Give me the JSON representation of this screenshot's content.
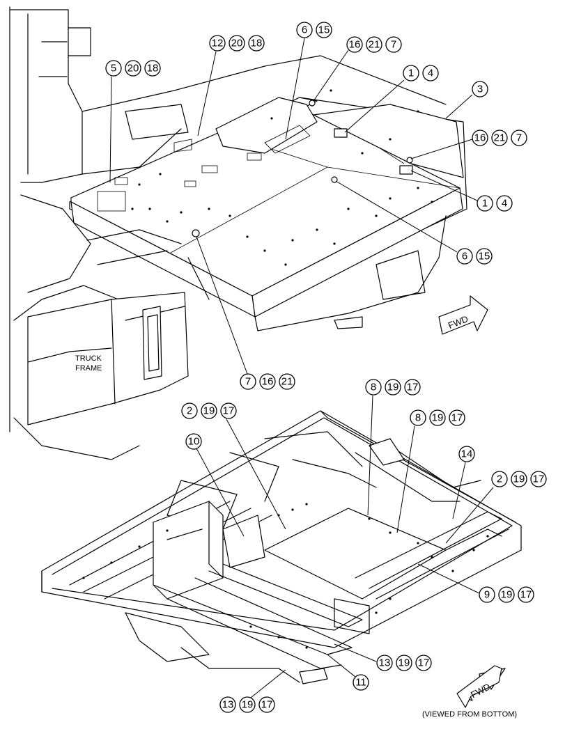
{
  "callouts": {
    "c_5_20_18": [
      "5",
      "20",
      "18"
    ],
    "c_12_20_18": [
      "12",
      "20",
      "18"
    ],
    "c_6_15_top": [
      "6",
      "15"
    ],
    "c_16_21_7_top": [
      "16",
      "21",
      "7"
    ],
    "c_1_4_top": [
      "1",
      "4"
    ],
    "c_3": [
      "3"
    ],
    "c_16_21_7_mid": [
      "16",
      "21",
      "7"
    ],
    "c_1_4_mid": [
      "1",
      "4"
    ],
    "c_6_15_mid": [
      "6",
      "15"
    ],
    "c_7_16_21": [
      "7",
      "16",
      "21"
    ],
    "c_8_19_17_a": [
      "8",
      "19",
      "17"
    ],
    "c_8_19_17_b": [
      "8",
      "19",
      "17"
    ],
    "c_2_19_17_left": [
      "2",
      "19",
      "17"
    ],
    "c_10": [
      "10"
    ],
    "c_14": [
      "14"
    ],
    "c_2_19_17_right": [
      "2",
      "19",
      "17"
    ],
    "c_9_19_17": [
      "9",
      "19",
      "17"
    ],
    "c_13_19_17_right": [
      "13",
      "19",
      "17"
    ],
    "c_11": [
      "11"
    ],
    "c_13_19_17_bottom": [
      "13",
      "19",
      "17"
    ]
  },
  "labels": {
    "truck_frame_line1": "TRUCK",
    "truck_frame_line2": "FRAME",
    "fwd_top": "FWD",
    "fwd_bottom": "FWD",
    "viewed_from_bottom": "(VIEWED FROM BOTTOM)"
  },
  "icons": [
    "fwd-arrow-icon"
  ]
}
